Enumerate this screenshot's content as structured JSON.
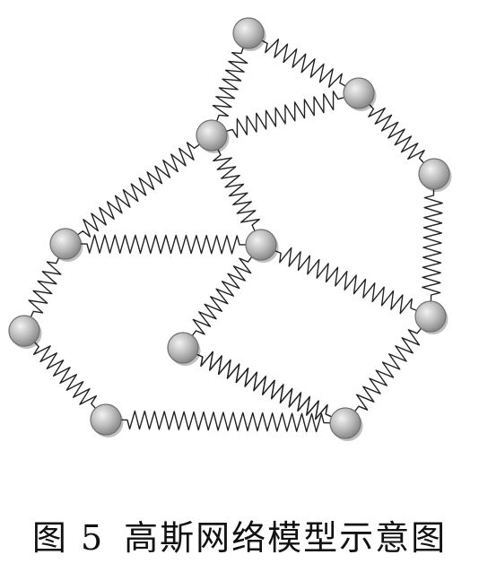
{
  "figure": {
    "label": "图 5",
    "title": "高斯网络模型示意图"
  },
  "nodes": [
    {
      "id": "n1"
    },
    {
      "id": "n2"
    },
    {
      "id": "n3"
    },
    {
      "id": "n4"
    },
    {
      "id": "n5"
    },
    {
      "id": "n6"
    },
    {
      "id": "n7"
    },
    {
      "id": "n8"
    },
    {
      "id": "n9"
    },
    {
      "id": "n10"
    },
    {
      "id": "n11"
    },
    {
      "id": "n12"
    }
  ],
  "springs": [
    [
      "n1",
      "n3"
    ],
    [
      "n1",
      "n2"
    ],
    [
      "n3",
      "n2"
    ],
    [
      "n2",
      "n4"
    ],
    [
      "n3",
      "n5"
    ],
    [
      "n3",
      "n6"
    ],
    [
      "n4",
      "n9"
    ],
    [
      "n5",
      "n6"
    ],
    [
      "n5",
      "n7"
    ],
    [
      "n6",
      "n9"
    ],
    [
      "n6",
      "n8"
    ],
    [
      "n7",
      "n10"
    ],
    [
      "n10",
      "n11"
    ],
    [
      "n11",
      "n8"
    ],
    [
      "n8",
      "n12"
    ],
    [
      "n9",
      "n12"
    ]
  ],
  "colors": {
    "spring": "#222222",
    "bead_light": "#f2f2f2",
    "bead_dark": "#8a8a8a",
    "caption": "#111111"
  }
}
